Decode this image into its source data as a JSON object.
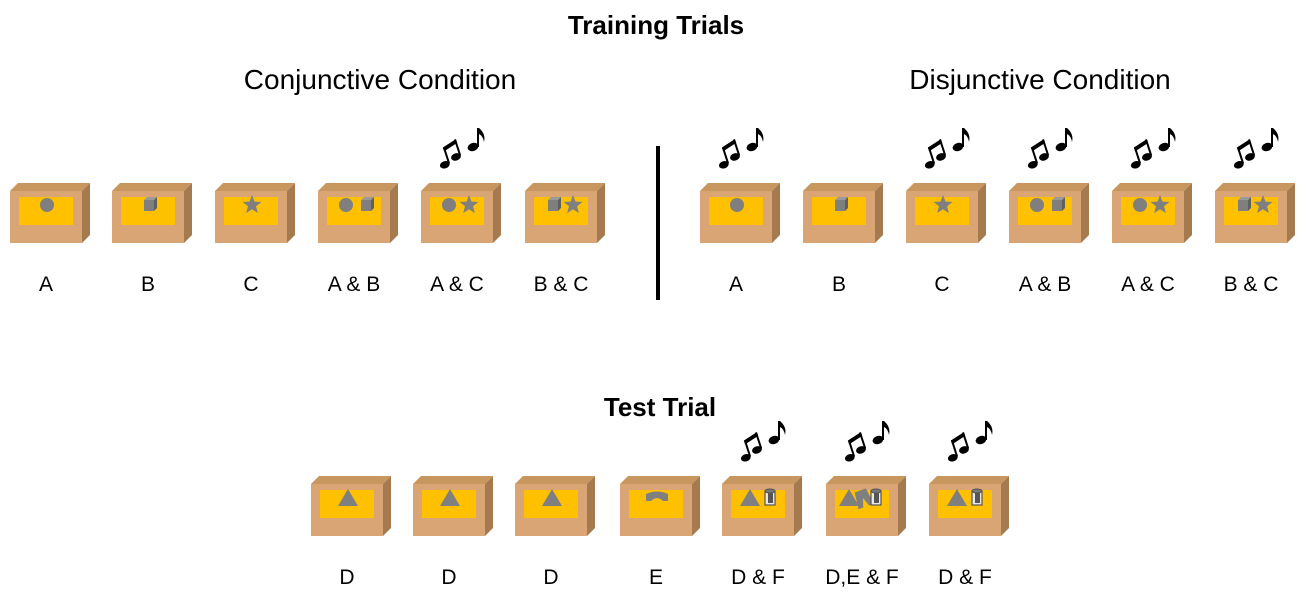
{
  "training": {
    "title": "Training Trials",
    "conjunctive": {
      "heading": "Conjunctive Condition",
      "items": [
        {
          "label": "A",
          "objects": [
            "circle"
          ],
          "music": false
        },
        {
          "label": "B",
          "objects": [
            "cube"
          ],
          "music": false
        },
        {
          "label": "C",
          "objects": [
            "star"
          ],
          "music": false
        },
        {
          "label": "A & B",
          "objects": [
            "circle",
            "cube"
          ],
          "music": false
        },
        {
          "label": "A & C",
          "objects": [
            "circle",
            "star"
          ],
          "music": true
        },
        {
          "label": "B & C",
          "objects": [
            "cube",
            "star"
          ],
          "music": false
        }
      ]
    },
    "disjunctive": {
      "heading": "Disjunctive Condition",
      "items": [
        {
          "label": "A",
          "objects": [
            "circle"
          ],
          "music": true
        },
        {
          "label": "B",
          "objects": [
            "cube"
          ],
          "music": false
        },
        {
          "label": "C",
          "objects": [
            "star"
          ],
          "music": true
        },
        {
          "label": "A & B",
          "objects": [
            "circle",
            "cube"
          ],
          "music": true
        },
        {
          "label": "A & C",
          "objects": [
            "circle",
            "star"
          ],
          "music": true
        },
        {
          "label": "B & C",
          "objects": [
            "cube",
            "star"
          ],
          "music": true
        }
      ]
    }
  },
  "test": {
    "title": "Test Trial",
    "items": [
      {
        "label": "D",
        "objects": [
          "triangle"
        ],
        "music": false
      },
      {
        "label": "D",
        "objects": [
          "triangle"
        ],
        "music": false
      },
      {
        "label": "D",
        "objects": [
          "triangle"
        ],
        "music": false
      },
      {
        "label": "E",
        "objects": [
          "arch"
        ],
        "music": false
      },
      {
        "label": "D & F",
        "objects": [
          "triangle",
          "cylinder"
        ],
        "music": true
      },
      {
        "label": "D,E & F",
        "objects": [
          "triangle",
          "arch",
          "cylinder"
        ],
        "music": true
      },
      {
        "label": "D & F",
        "objects": [
          "triangle",
          "cylinder"
        ],
        "music": true
      }
    ]
  },
  "colors": {
    "box_front": "#d9a574",
    "box_side": "#a47a4e",
    "box_top": "#c8965f",
    "panel": "#ffc000",
    "object": "#7f7f7f"
  }
}
